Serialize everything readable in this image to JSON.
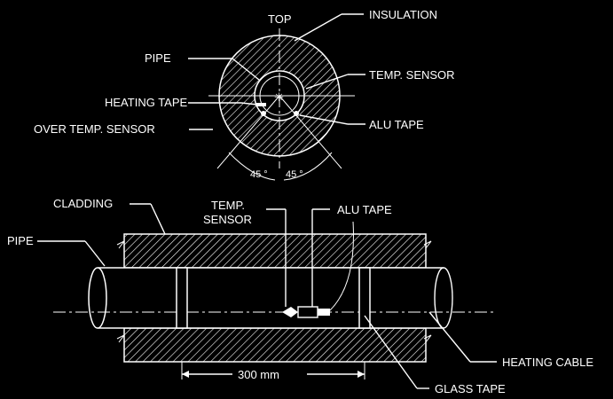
{
  "top_view": {
    "top_label": "TOP",
    "insulation_label": "INSULATION",
    "pipe_label": "PIPE",
    "temp_sensor_label": "TEMP. SENSOR",
    "heating_tape_label": "HEATING TAPE",
    "alu_tape_label": "ALU TAPE",
    "over_temp_sensor_label": "OVER TEMP. SENSOR",
    "angle_left_label": "45 °",
    "angle_right_label": "45 °"
  },
  "side_view": {
    "cladding_label": "CLADDING",
    "pipe_label": "PIPE",
    "temp_sensor_line1": "TEMP.",
    "temp_sensor_line2": "SENSOR",
    "alu_tape_label": "ALU TAPE",
    "heating_cable_label": "HEATING CABLE",
    "glass_tape_label": "GLASS TAPE",
    "spacing_label": "300 mm"
  },
  "colors": {
    "background": "#000000",
    "line": "#ffffff"
  }
}
